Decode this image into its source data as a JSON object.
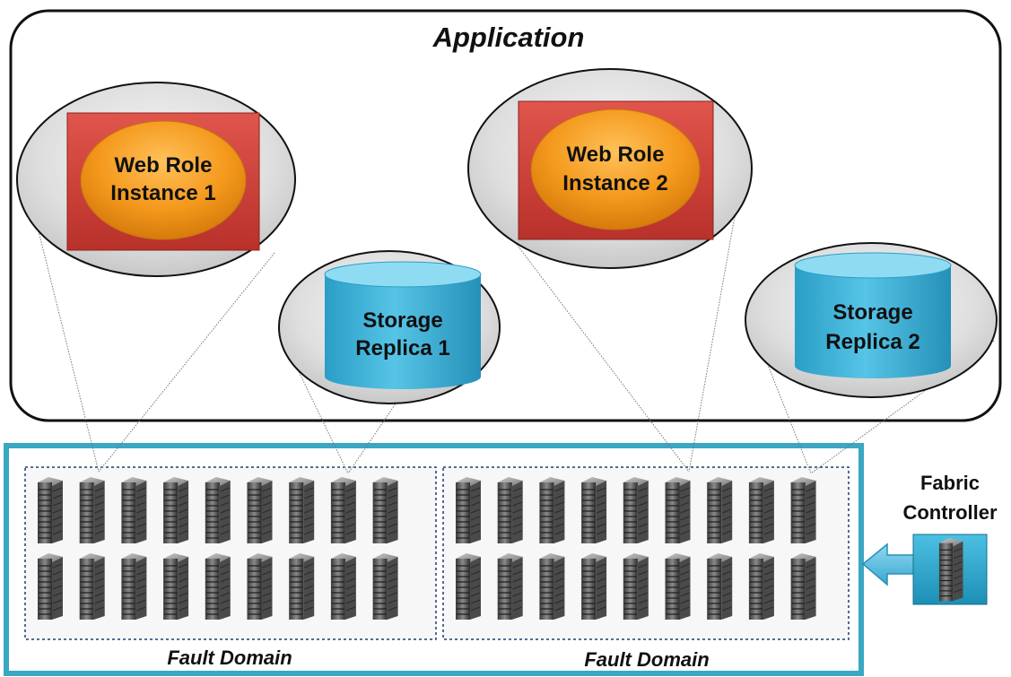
{
  "application": {
    "title": "Application"
  },
  "nodes": [
    {
      "id": "web1",
      "kind": "web-role",
      "line1": "Web Role",
      "line2": "Instance 1"
    },
    {
      "id": "web2",
      "kind": "web-role",
      "line1": "Web Role",
      "line2": "Instance 2"
    },
    {
      "id": "sto1",
      "kind": "storage",
      "line1": "Storage",
      "line2": "Replica 1"
    },
    {
      "id": "sto2",
      "kind": "storage",
      "line1": "Storage",
      "line2": "Replica 2"
    }
  ],
  "fault_domains": [
    {
      "label": "Fault Domain",
      "rows": 2,
      "servers_per_row": 9
    },
    {
      "label": "Fault Domain",
      "rows": 2,
      "servers_per_row": 9
    }
  ],
  "fabric_controller": {
    "line1": "Fabric",
    "line2": "Controller",
    "icon": "server-icon"
  },
  "icons": {
    "server": "server-rack-icon",
    "arrow": "arrow-left-icon"
  },
  "colors": {
    "web_role_box": "#d8403a",
    "web_role_oval": "#f29a1d",
    "storage": "#3fb4da",
    "datacenter_border": "#3aa7c3",
    "fabric_box": "#2a9fc4",
    "bubble": "#dcdcdc"
  }
}
